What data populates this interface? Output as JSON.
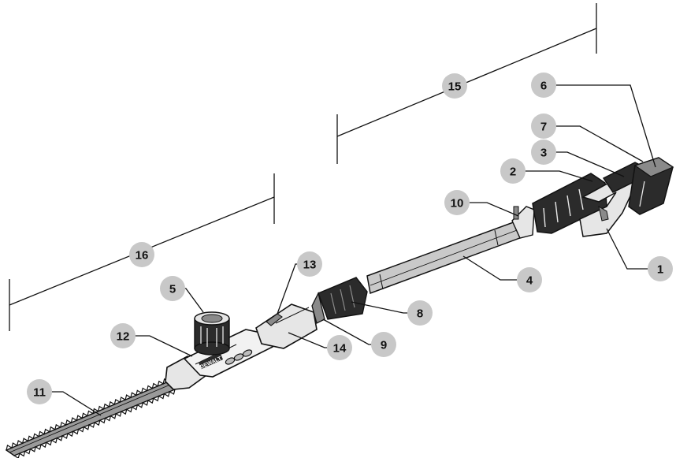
{
  "figure": {
    "brand_mark": "DEWALT",
    "callouts": [
      {
        "id": "c1",
        "label": "1"
      },
      {
        "id": "c2",
        "label": "2"
      },
      {
        "id": "c3",
        "label": "3"
      },
      {
        "id": "c4",
        "label": "4"
      },
      {
        "id": "c5",
        "label": "5"
      },
      {
        "id": "c6",
        "label": "6"
      },
      {
        "id": "c7",
        "label": "7"
      },
      {
        "id": "c8",
        "label": "8"
      },
      {
        "id": "c9",
        "label": "9"
      },
      {
        "id": "c10",
        "label": "10"
      },
      {
        "id": "c11",
        "label": "11"
      },
      {
        "id": "c12",
        "label": "12"
      },
      {
        "id": "c13",
        "label": "13"
      },
      {
        "id": "c14",
        "label": "14"
      },
      {
        "id": "c15",
        "label": "15"
      },
      {
        "id": "c16",
        "label": "16"
      }
    ]
  },
  "colors": {
    "callout_fill": "#c8c8c8",
    "line": "#111111",
    "tool_dark": "#2b2b2b",
    "tool_mid": "#8a8a8a",
    "tool_light": "#e6e6e6"
  }
}
